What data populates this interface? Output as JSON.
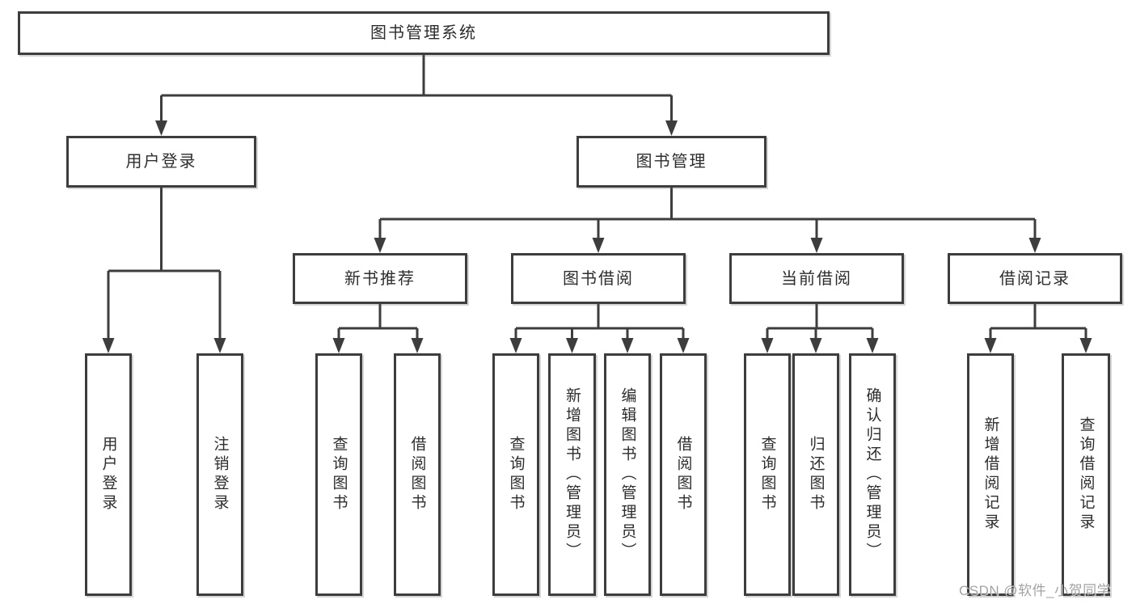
{
  "diagram": {
    "title": "图书管理系统",
    "type": "tree",
    "nodes": [
      {
        "id": "root",
        "name": "system-root",
        "label": "图书管理系统",
        "level": 1,
        "parent": null
      },
      {
        "id": "login",
        "name": "user-login",
        "label": "用户登录",
        "level": 2,
        "parent": "root"
      },
      {
        "id": "mgmt",
        "name": "book-management",
        "label": "图书管理",
        "level": 2,
        "parent": "root"
      },
      {
        "id": "newbook",
        "name": "new-book-recommend",
        "label": "新书推荐",
        "level": 3,
        "parent": "mgmt"
      },
      {
        "id": "borrow",
        "name": "book-borrowing",
        "label": "图书借阅",
        "level": 3,
        "parent": "mgmt"
      },
      {
        "id": "current",
        "name": "current-borrowing",
        "label": "当前借阅",
        "level": 3,
        "parent": "mgmt"
      },
      {
        "id": "records",
        "name": "borrowing-records",
        "label": "借阅记录",
        "level": 3,
        "parent": "mgmt"
      },
      {
        "id": "login-v",
        "name": "leaf-user-login",
        "label": "用户登录",
        "level": 4,
        "parent": "login"
      },
      {
        "id": "logout-v",
        "name": "leaf-logout",
        "label": "注销登录",
        "level": 4,
        "parent": "login"
      },
      {
        "id": "a1",
        "name": "leaf-query-books-1",
        "label": "查询图书",
        "level": 4,
        "parent": "newbook"
      },
      {
        "id": "a2",
        "name": "leaf-borrow-books-1",
        "label": "借阅图书",
        "level": 4,
        "parent": "newbook"
      },
      {
        "id": "b1",
        "name": "leaf-query-books-2",
        "label": "查询图书",
        "level": 4,
        "parent": "borrow"
      },
      {
        "id": "b2",
        "name": "leaf-add-books-admin",
        "label": "新增图书（管理员）",
        "level": 4,
        "parent": "borrow"
      },
      {
        "id": "b3",
        "name": "leaf-edit-books-admin",
        "label": "编辑图书（管理员）",
        "level": 4,
        "parent": "borrow"
      },
      {
        "id": "b4",
        "name": "leaf-borrow-books-2",
        "label": "借阅图书",
        "level": 4,
        "parent": "borrow"
      },
      {
        "id": "c1",
        "name": "leaf-query-books-3",
        "label": "查询图书",
        "level": 4,
        "parent": "current"
      },
      {
        "id": "c2",
        "name": "leaf-return-books",
        "label": "归还图书",
        "level": 4,
        "parent": "current"
      },
      {
        "id": "c3",
        "name": "leaf-confirm-return-admin",
        "label": "确认归还（管理员）",
        "level": 4,
        "parent": "current"
      },
      {
        "id": "d1",
        "name": "leaf-add-borrow-record",
        "label": "新增借阅记录",
        "level": 4,
        "parent": "records"
      },
      {
        "id": "d2",
        "name": "leaf-query-borrow-record",
        "label": "查询借阅记录",
        "level": 4,
        "parent": "records"
      }
    ]
  },
  "watermark": {
    "text": "CSDN @软件_小贺同学"
  },
  "colors": {
    "line": "#3d3d3d",
    "box_border": "#3d3d3d",
    "text": "#2d2d2d",
    "watermark": "#969696",
    "background": "#ffffff"
  }
}
